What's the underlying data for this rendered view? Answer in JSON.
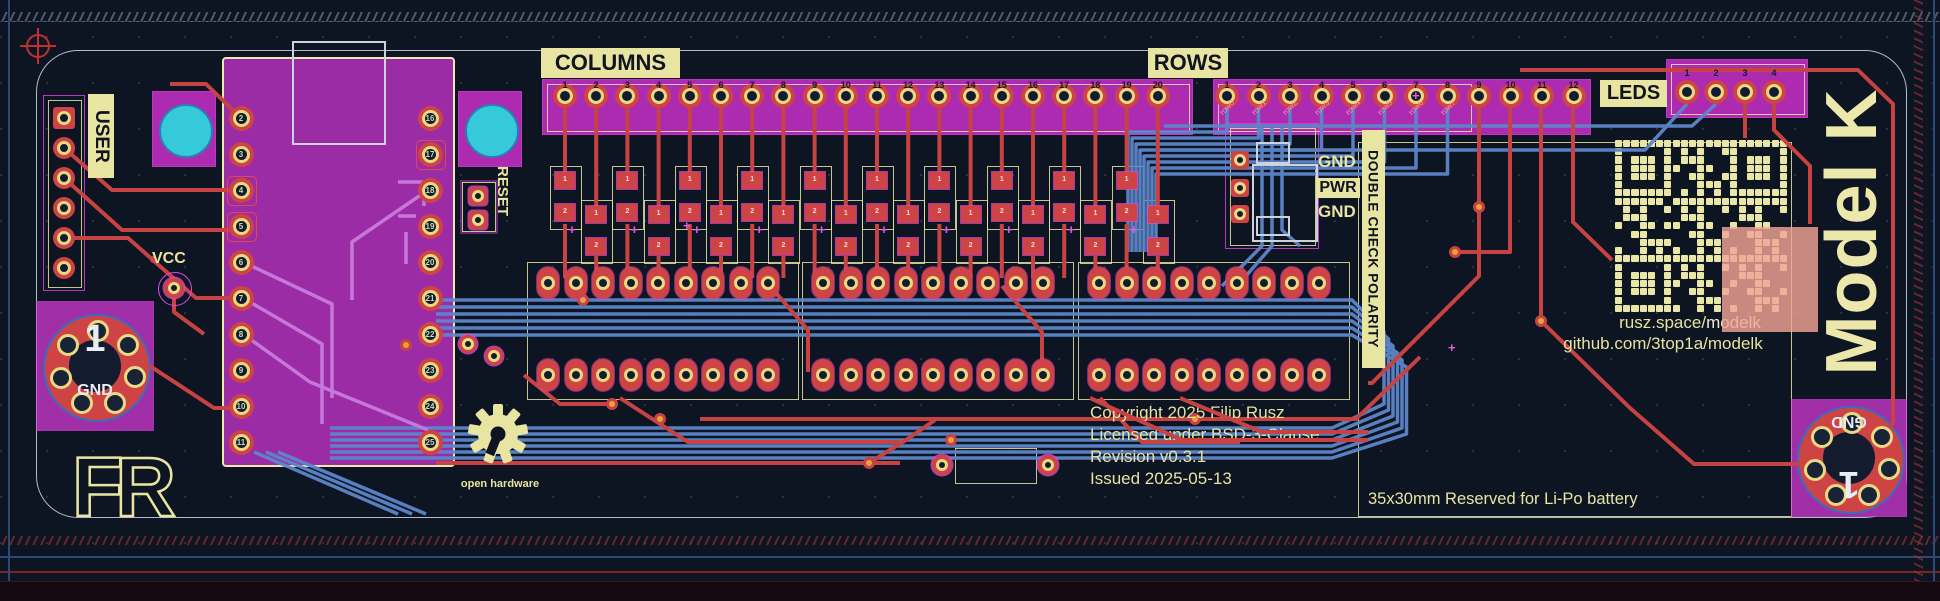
{
  "editor": {
    "background": "#0d1422"
  },
  "silkscreen": {
    "title": "Model K",
    "logo": "FR",
    "oshw_label": "open hardware",
    "battery_note": "35x30mm Reserved for Li-Po battery",
    "warning": "DOUBLE CHECK POLARITY",
    "vcc_label": "VCC",
    "reset_label": "RESET",
    "power_pins": [
      "GND",
      "PWR",
      "GND"
    ],
    "legal": [
      "Copyright 2025 Filip Rusz",
      "Licensed under BSD-3-Clause",
      "Revision v0.3.1",
      "Issued 2025-05-13"
    ],
    "links": {
      "site_prefix": "rusz.space/",
      "site_highlight": "modelk",
      "github": "github.com/3top1a/modelk"
    }
  },
  "headers": {
    "user": {
      "label": "USER",
      "pin_count": 6
    },
    "columns": {
      "label": "COLUMNS",
      "pins": [
        "1",
        "2",
        "3",
        "4",
        "5",
        "6",
        "7",
        "8",
        "9",
        "10",
        "11",
        "12",
        "13",
        "14",
        "15",
        "16",
        "17",
        "18",
        "19",
        "20"
      ]
    },
    "rows": {
      "label": "ROWS",
      "pins": [
        "1",
        "2",
        "3",
        "4",
        "5",
        "6",
        "7",
        "8",
        "9",
        "10",
        "11",
        "12"
      ],
      "net_labels": [
        "row0",
        "row1",
        "row2",
        "row3",
        "row4",
        "row5",
        "row6",
        "row7"
      ]
    },
    "leds": {
      "label": "LEDS",
      "pins": [
        "1",
        "2",
        "3",
        "4"
      ]
    }
  },
  "mcu": {
    "left_pins": [
      "2",
      "3",
      "4",
      "5",
      "6",
      "7",
      "8",
      "9",
      "10",
      "11"
    ],
    "right_pins": [
      "16",
      "17",
      "18",
      "19",
      "20",
      "21",
      "22",
      "23",
      "24",
      "25"
    ]
  },
  "jacks": {
    "left": {
      "pin": "1",
      "net": "GND"
    },
    "right": {
      "pin": "1",
      "net": "GND"
    }
  },
  "diodes": {
    "count": 20,
    "pad_labels": [
      "1",
      "2"
    ]
  },
  "sockets": {
    "count": 3,
    "pads_per_row": 9
  },
  "colors": {
    "copper_front": "#c74242",
    "copper_back": "#5d86c9",
    "inner_trace": "#c678d8",
    "silkscreen": "#e8e4a2",
    "footprint_body": "#ac2bb0",
    "drill_hole": "#35c9da",
    "pad": "#ce4343",
    "battery_overlay": "#f2a496"
  }
}
